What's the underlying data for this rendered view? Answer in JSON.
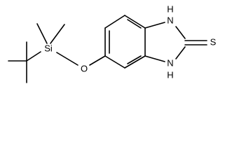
{
  "atoms": {
    "si": "Si",
    "o": "O",
    "nh_top": "H",
    "nh_top_n": "N",
    "nh_bottom": "H",
    "nh_bottom_n": "N",
    "s": "S"
  }
}
